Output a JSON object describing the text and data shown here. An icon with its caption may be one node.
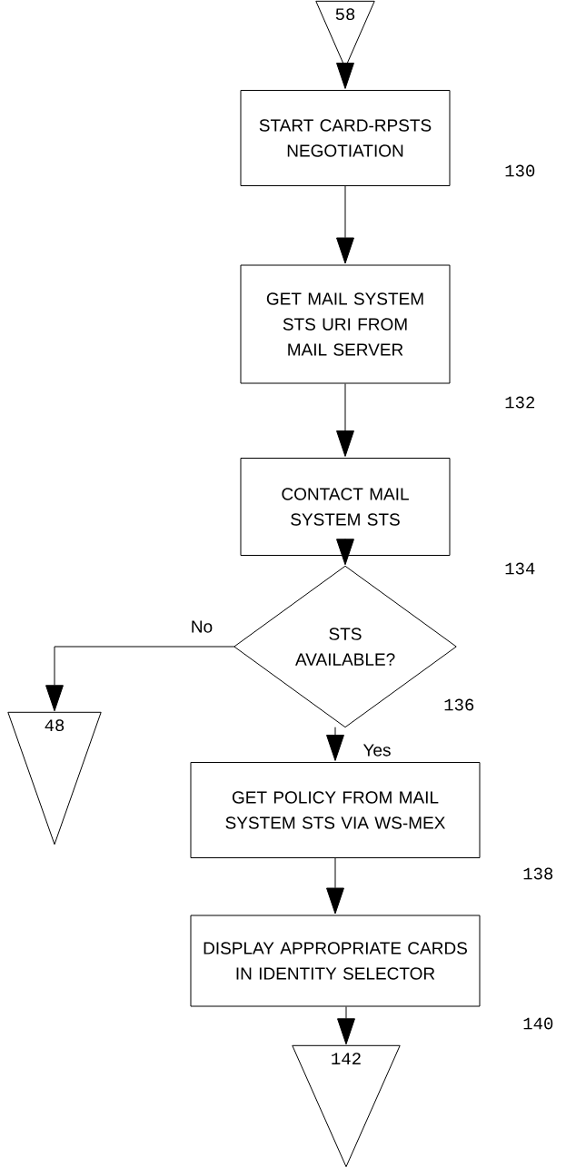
{
  "diagram": {
    "nodes": [
      {
        "text": [
          "58"
        ]
      },
      {
        "text": [
          "START CARD-RPSTS NEGOTIATION"
        ],
        "beside": [
          "130"
        ]
      },
      {
        "text": [
          "GET MAIL SYSTEM STS URI FROM MAIL SERVER"
        ],
        "beside": [
          "132"
        ]
      },
      {
        "text": [
          "CONTACT MAIL SYSTEM STS"
        ],
        "beside": [
          "134"
        ]
      },
      {
        "text": [
          "STS AVAILABLE?"
        ],
        "beside": [
          "136"
        ]
      },
      {
        "text": [
          "48"
        ]
      },
      {
        "text": [
          "GET POLICY FROM MAIL SYSTEM STS VIA  WS-MEX"
        ],
        "beside": [
          "138"
        ]
      },
      {
        "text": [
          "DISPLAY APPROPRIATE CARDS IN IDENTITY SELECTOR"
        ],
        "beside": [
          "140"
        ]
      },
      {
        "text": [
          "142"
        ]
      }
    ],
    "edges": [
      {
        "from": 0,
        "to": 1,
        "arrow": "to"
      },
      {
        "from": 1,
        "to": 2,
        "arrow": "to"
      },
      {
        "from": 2,
        "to": 3,
        "arrow": "to"
      },
      {
        "from": 3,
        "to": 4,
        "arrow": "to"
      },
      {
        "from": 4,
        "to": 5,
        "arrow": "to",
        "label": "No"
      },
      {
        "from": 4,
        "to": 6,
        "arrow": "to",
        "label": "Yes"
      },
      {
        "from": 6,
        "to": 7,
        "arrow": "to"
      },
      {
        "from": 7,
        "to": 8,
        "arrow": "to"
      }
    ]
  }
}
